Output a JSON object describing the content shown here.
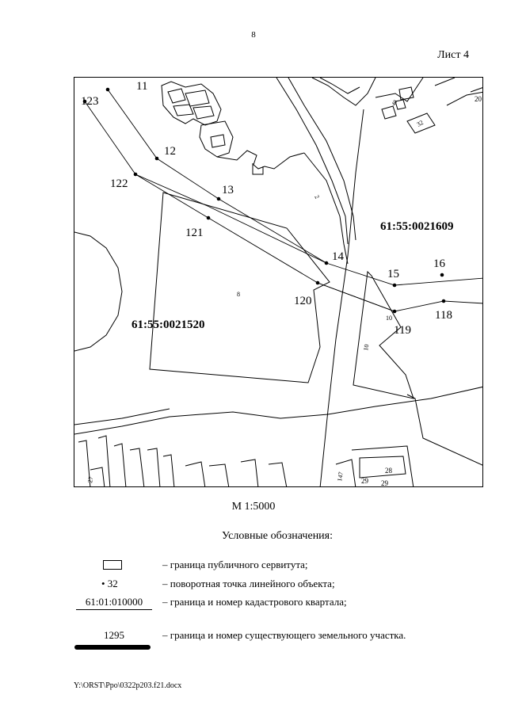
{
  "page": {
    "number": "8",
    "sheet": "Лист 4",
    "footer_path": "Y:\\ORST\\Ppo\\0322p203.f21.docx"
  },
  "map": {
    "scale": "М 1:5000",
    "quarters": [
      "61:55:0021609",
      "61:55:0021520"
    ],
    "points": [
      "123",
      "11",
      "12",
      "13",
      "122",
      "121",
      "14",
      "15",
      "16",
      "120",
      "119",
      "118"
    ],
    "parcel_labels": [
      "12",
      "2",
      "8",
      "10",
      "10",
      "28",
      "29",
      "29",
      "20",
      "32",
      "40",
      "147"
    ]
  },
  "legend": {
    "title": "Условные обозначения:",
    "items": [
      {
        "symbol": "",
        "text": "–  граница публичного сервитута;"
      },
      {
        "symbol": "• 32",
        "text": "–  поворотная точка линейного объекта;"
      },
      {
        "symbol": "61:01:010000",
        "text": "–  граница и номер кадастрового квартала;"
      },
      {
        "symbol": "1295",
        "text": "–  граница и номер существующего земельного участка."
      }
    ]
  }
}
